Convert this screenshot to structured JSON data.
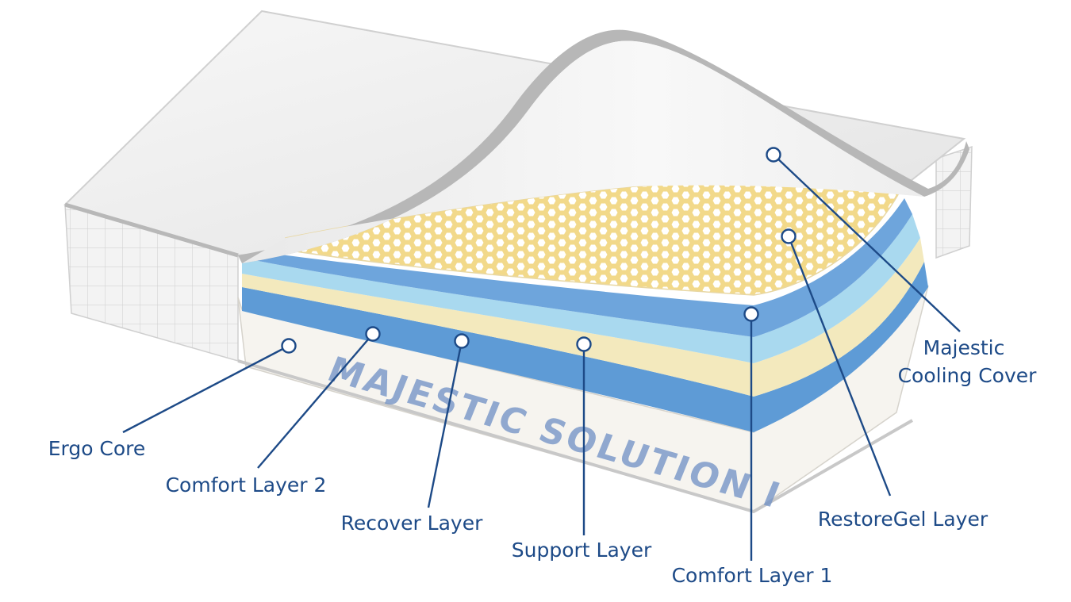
{
  "diagram": {
    "brand_text": "MAJESTIC SOLUTION I",
    "colors": {
      "label": "#1d4a87",
      "brand": "#6d8fc4",
      "blue_layer": "#5e9bd6",
      "light_blue_layer": "#a9d9ef",
      "cream_layer": "#f3e9bd",
      "gel_layer": "#f2d98a",
      "cover": "#f4f4f4",
      "core": "#f6f4ef"
    },
    "labels": {
      "majestic_cooling_cover_line1": "Majestic",
      "majestic_cooling_cover_line2": "Cooling Cover",
      "restoregel_layer": "RestoreGel Layer",
      "comfort_layer_1": "Comfort Layer 1",
      "support_layer": "Support Layer",
      "recover_layer": "Recover Layer",
      "comfort_layer_2": "Comfort Layer 2",
      "ergo_core": "Ergo Core"
    }
  }
}
